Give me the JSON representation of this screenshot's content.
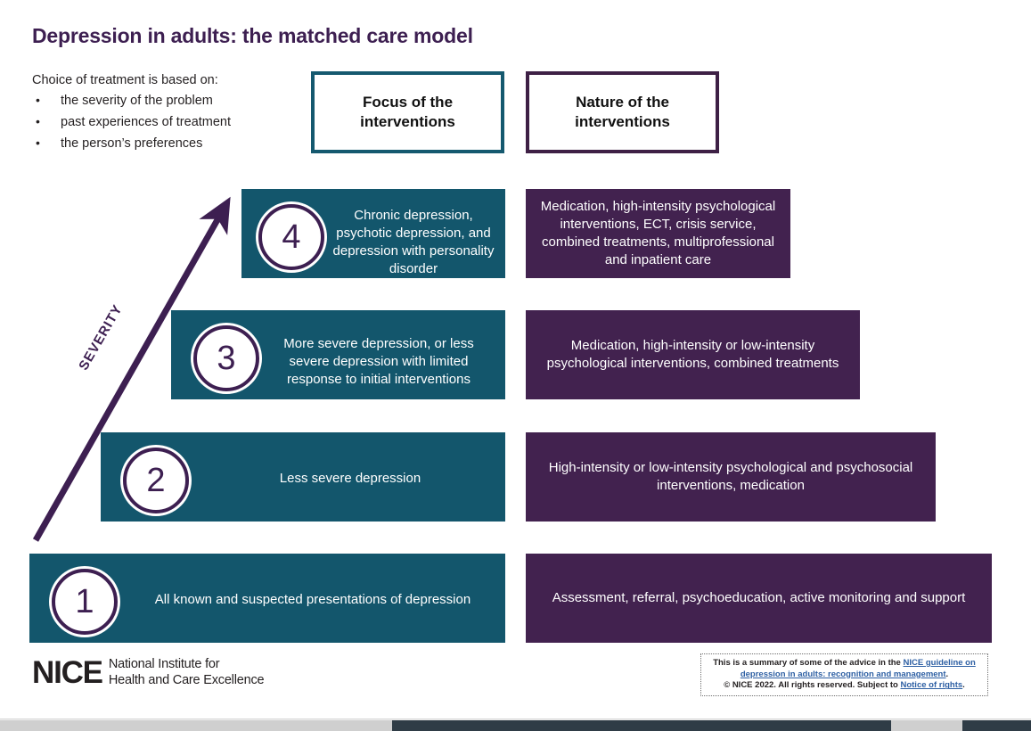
{
  "page": {
    "title": "Depression in adults: the matched care model",
    "colors": {
      "title_purple": "#3d1f51",
      "teal": "#13566c",
      "purple": "#42224f",
      "link_blue": "#2d5fa3",
      "text": "#231f20"
    }
  },
  "intro": {
    "lead": "Choice of treatment is based on:",
    "bullet_glyph": "•",
    "items": [
      "the severity of the problem",
      "past experiences of treatment",
      "the person’s preferences"
    ]
  },
  "headers": {
    "focus": "Focus of the interventions",
    "nature": "Nature of the interventions"
  },
  "axis": {
    "severity_label": "SEVERITY"
  },
  "levels": [
    {
      "number": "4",
      "focus": "Chronic depression, psychotic depression, and depression with personality disorder",
      "nature": "Medication, high-intensity psychological interventions, ECT, crisis service, combined treatments, multiprofessional and inpatient care"
    },
    {
      "number": "3",
      "focus": "More severe depression, or less severe depression with limited response to initial interventions",
      "nature": "Medication, high-intensity or low-intensity psychological interventions, combined treatments"
    },
    {
      "number": "2",
      "focus": "Less severe depression",
      "nature": "High-intensity or low-intensity psychological and psychosocial interventions, medication"
    },
    {
      "number": "1",
      "focus": "All known and suspected presentations of depression",
      "nature": "Assessment, referral, psychoeducation, active monitoring and support"
    }
  ],
  "logo": {
    "mark": "NICE",
    "line1": "National Institute for",
    "line2": "Health and Care Excellence"
  },
  "disclaimer": {
    "line1_pre": "This is a summary of some of the advice in the ",
    "link1": "NICE guideline on depression in adults: recognition and management",
    "line1_post": ".",
    "line2_pre": "© NICE 2022. All rights reserved. Subject to ",
    "link2": "Notice of rights",
    "line2_post": "."
  }
}
